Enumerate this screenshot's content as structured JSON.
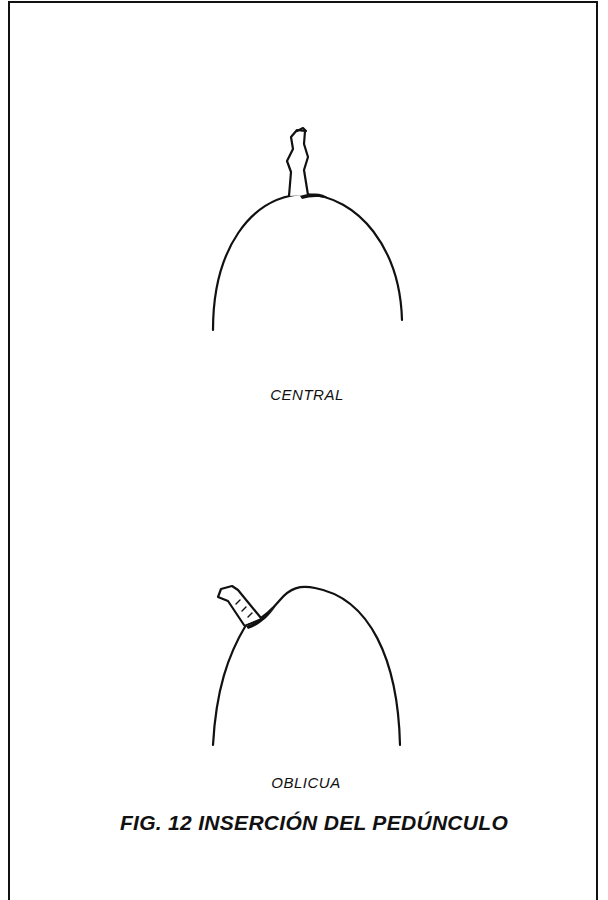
{
  "diagram": {
    "caption": "FIG. 12 INSERCIÓN DEL PEDÚNCULO",
    "labels": [
      "CENTRAL",
      "OBLICUA"
    ]
  }
}
